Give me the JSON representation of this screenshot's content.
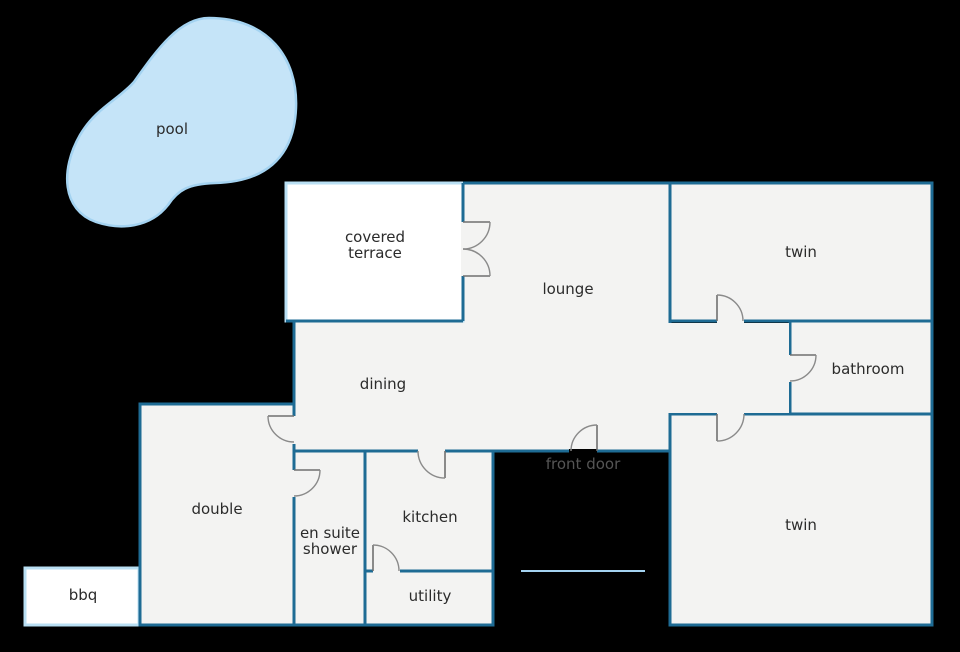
{
  "plan": {
    "labels": {
      "pool": "pool",
      "covered_terrace_line1": "covered",
      "covered_terrace_line2": "terrace",
      "lounge": "lounge",
      "dining": "dining",
      "twin_top": "twin",
      "bathroom": "bathroom",
      "twin_bottom": "twin",
      "double": "double",
      "en_suite_line1": "en suite",
      "en_suite_line2": "shower",
      "kitchen": "kitchen",
      "utility": "utility",
      "front_door": "front door",
      "bbq": "bbq"
    },
    "colors": {
      "background": "#000000",
      "wall": "#1e6b94",
      "floor": "#f3f3f2",
      "pool": "#c5e4f8",
      "outdoor": "#ffffff"
    }
  }
}
